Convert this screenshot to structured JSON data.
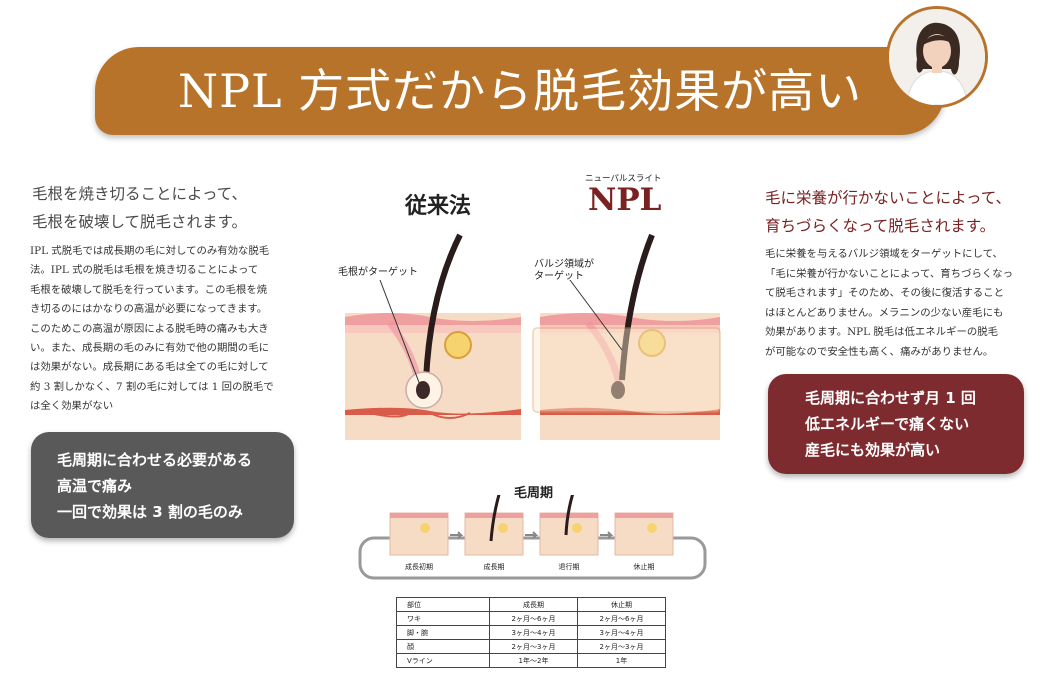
{
  "banner": {
    "title": "NPL 方式だから脱毛効果が高い"
  },
  "left": {
    "heading": [
      "毛根を焼き切ることによって、",
      "毛根を破壊して脱毛されます。"
    ],
    "body": [
      "IPL 式脱毛では成長期の毛に対してのみ有効な脱毛",
      "法。IPL 式の脱毛は毛根を焼き切ることによって",
      "毛根を破壊して脱毛を行っています。この毛根を焼",
      "き切るのにはかなりの高温が必要になってきます。",
      "このためこの高温が原因による脱毛時の痛みも大き",
      "い。また、成長期の毛のみに有効で他の期間の毛に",
      "は効果がない。成長期にある毛は全ての毛に対して",
      "約 3 割しかなく、7 割の毛に対しては 1 回の脱毛で",
      "は全く効果がない"
    ],
    "box": [
      "毛周期に合わせる必要がある",
      "高温で痛み",
      "一回で効果は 3 割の毛のみ"
    ]
  },
  "right": {
    "heading": [
      "毛に栄養が行かないことによって、",
      "育ちづらくなって脱毛されます。"
    ],
    "body": [
      "毛に栄養を与えるバルジ領域をターゲットにして、",
      "「毛に栄養が行かないことによって、育ちづらくなっ",
      "て脱毛されます」そのため、その後に復活すること",
      "はほとんどありません。メラニンの少ない産毛にも",
      "効果があります。NPL 脱毛は低エネルギーの脱毛",
      "が可能なので安全性も高く、痛みがありません。"
    ],
    "box": [
      "毛周期に合わせず月 1 回",
      "低エネルギーで痛くない",
      "産毛にも効果が高い"
    ]
  },
  "diagram": {
    "conventional_label": "従来法",
    "npl_ruby": "ニューパルスライト",
    "npl_label": "NPL",
    "conventional_annotation": "毛根がターゲット",
    "npl_annotation": [
      "バルジ領域が",
      "ターゲット"
    ]
  },
  "cycle": {
    "title": "毛周期",
    "stages": [
      "成長初期",
      "成長期",
      "退行期",
      "休止期"
    ]
  },
  "table": {
    "headers": [
      "部位",
      "成長期",
      "休止期"
    ],
    "rows": [
      [
        "ワキ",
        "2ヶ月～6ヶ月",
        "2ヶ月～6ヶ月"
      ],
      [
        "脚・腕",
        "3ヶ月～4ヶ月",
        "3ヶ月～4ヶ月"
      ],
      [
        "顔",
        "2ヶ月～3ヶ月",
        "2ヶ月～3ヶ月"
      ],
      [
        "Vライン",
        "1年～2年",
        "1年"
      ]
    ]
  },
  "colors": {
    "banner": "#b8732b",
    "accent_red": "#7e2b2f",
    "gray_box": "#595959",
    "skin": "#f6dcc4",
    "dermis": "#f3c4b8"
  }
}
